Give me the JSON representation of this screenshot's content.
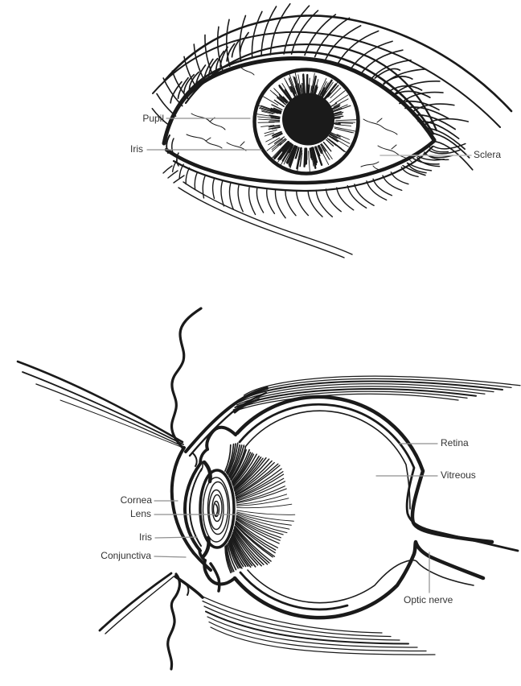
{
  "figure_front": {
    "labels": {
      "pupil": "Pupil",
      "iris": "Iris",
      "sclera": "Sclera"
    }
  },
  "figure_section": {
    "labels": {
      "cornea": "Cornea",
      "lens": "Lens",
      "iris": "Iris",
      "conjunctiva": "Conjunctiva",
      "retina": "Retina",
      "vitreous": "Vitreous",
      "optic_nerve": "Optic nerve"
    }
  },
  "colors": {
    "ink": "#1a1a1a",
    "label_text": "#333333",
    "leader": "#8f8f8f",
    "leader_light": "#b9b9b9",
    "background": "#ffffff"
  }
}
